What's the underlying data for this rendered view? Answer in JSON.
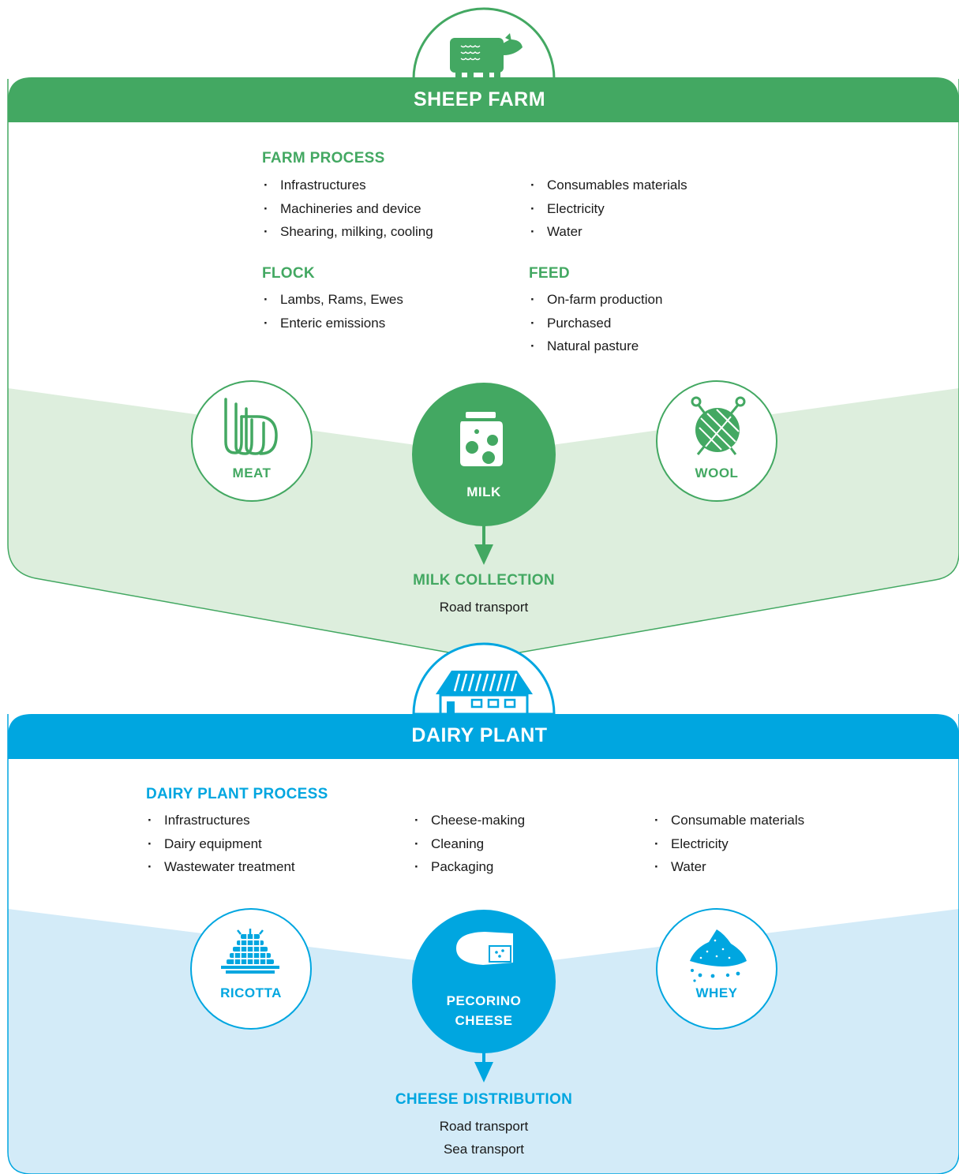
{
  "colors": {
    "green": "#43a862",
    "green_light": "#ddeedd",
    "blue": "#00a6e0",
    "blue_light": "#d3ebf8"
  },
  "sheep_farm": {
    "title": "SHEEP FARM",
    "icon": "sheep-icon",
    "farm_process": {
      "heading": "FARM PROCESS",
      "left": [
        "Infrastructures",
        "Machineries and device",
        "Shearing, milking, cooling"
      ],
      "right": [
        "Consumables materials",
        "Electricity",
        "Water"
      ]
    },
    "flock": {
      "heading": "FLOCK",
      "items": [
        "Lambs, Rams, Ewes",
        "Enteric emissions"
      ]
    },
    "feed": {
      "heading": "FEED",
      "items": [
        "On-farm production",
        "Purchased",
        "Natural pasture"
      ]
    },
    "products": {
      "meat": {
        "label": "MEAT",
        "icon": "meat-icon"
      },
      "milk": {
        "label": "MILK",
        "icon": "milk-carton-icon"
      },
      "wool": {
        "label": "WOOL",
        "icon": "yarn-ball-icon"
      }
    },
    "collection": {
      "heading": "MILK COLLECTION",
      "items": [
        "Road transport"
      ]
    }
  },
  "dairy_plant": {
    "title": "DAIRY PLANT",
    "icon": "dairy-building-icon",
    "process": {
      "heading": "DAIRY PLANT PROCESS",
      "col1": [
        "Infrastructures",
        "Dairy equipment",
        "Wastewater treatment"
      ],
      "col2": [
        "Cheese-making",
        "Cleaning",
        "Packaging"
      ],
      "col3": [
        "Consumable materials",
        "Electricity",
        "Water"
      ]
    },
    "products": {
      "ricotta": {
        "label": "RICOTTA",
        "icon": "ricotta-icon"
      },
      "pecorino": {
        "label_line1": "PECORINO",
        "label_line2": "CHEESE",
        "icon": "cheese-wheel-icon"
      },
      "whey": {
        "label": "WHEY",
        "icon": "whey-powder-icon"
      }
    },
    "distribution": {
      "heading": "CHEESE DISTRIBUTION",
      "items": [
        "Road transport",
        "Sea transport"
      ]
    }
  }
}
